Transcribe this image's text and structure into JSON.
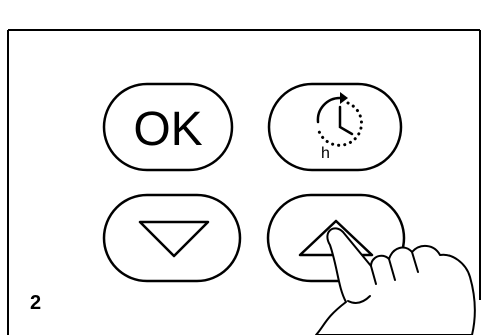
{
  "figure": {
    "step_number": "2",
    "buttons": {
      "ok": {
        "label": "OK"
      },
      "timer": {
        "icon": "clock-with-arrow-icon",
        "hour_label": "h"
      },
      "down": {
        "icon": "triangle-down-icon"
      },
      "up": {
        "icon": "triangle-up-icon",
        "pressed": true
      }
    },
    "hand": {
      "icon": "pointing-hand-icon"
    },
    "colors": {
      "stroke": "#000000",
      "background": "#ffffff"
    }
  }
}
